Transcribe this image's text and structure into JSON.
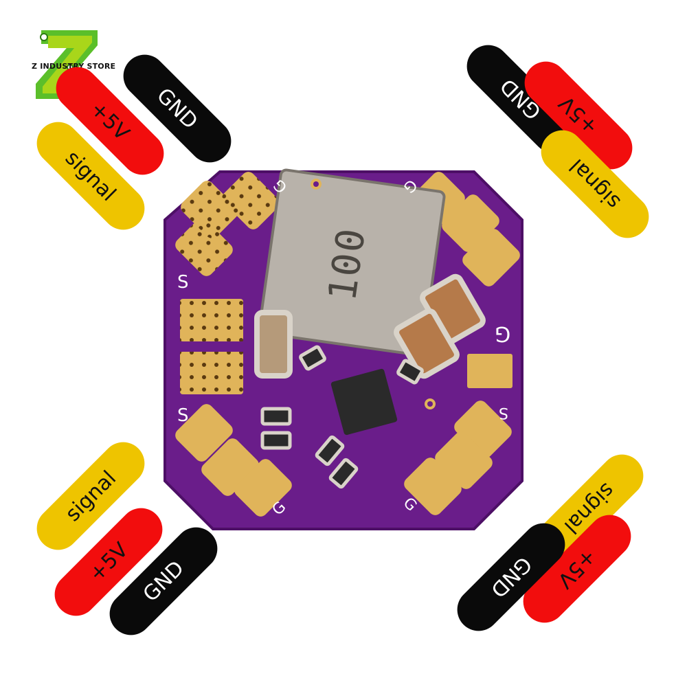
{
  "brand": {
    "store_name": "Z INDUSTRY STORE",
    "logo_letter": "Z",
    "color_green": "#5bbf2a",
    "color_lime": "#a9d61a"
  },
  "board": {
    "color": "#6a1d8a",
    "inductor_marking": "100",
    "pad_labels": {
      "left_top_s": "S",
      "left_bottom_s": "S",
      "bottom_left_g": "G",
      "bottom_right_g": "G",
      "top_left_g": "G",
      "top_right_g": "G",
      "right_s": "S",
      "right_g": "G"
    }
  },
  "labels": {
    "top_left": {
      "gnd": "GND",
      "plus5v": "+5V",
      "signal": "signal"
    },
    "top_right": {
      "gnd": "GND",
      "plus5v": "+5V",
      "signal": "signal"
    },
    "bottom_left": {
      "gnd": "GND",
      "plus5v": "+5V",
      "signal": "signal"
    },
    "bottom_right": {
      "gnd": "GND",
      "plus5v": "+5V",
      "signal": "signal"
    }
  },
  "colors": {
    "gnd": "#0a0a0a",
    "plus5v": "#f20d0d",
    "signal": "#eec400",
    "gold_pad": "#e0b45a"
  }
}
